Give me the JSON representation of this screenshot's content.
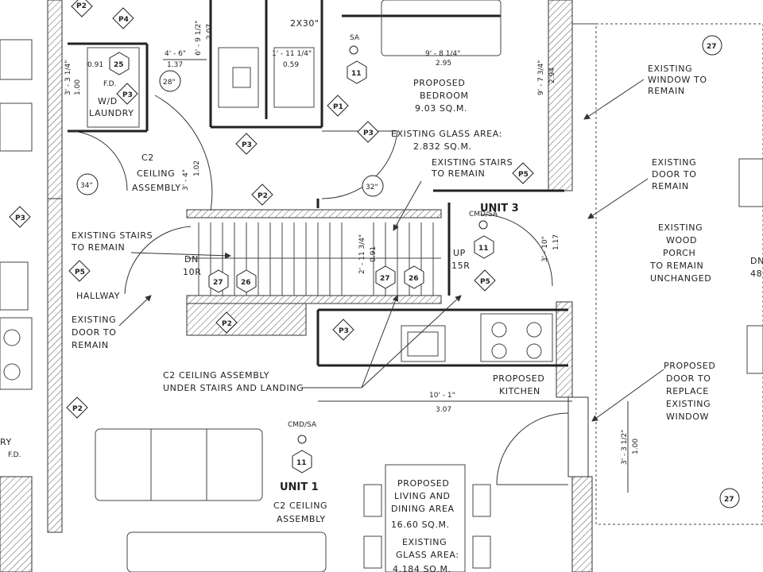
{
  "rooms": {
    "bedroom_name": "PROPOSED",
    "bedroom_name2": "BEDROOM",
    "bedroom_area": "9.03 SQ.M.",
    "bedroom_glass1": "EXISTING GLASS AREA:",
    "bedroom_glass2": "2.832 SQ.M.",
    "laundry1": "W/D",
    "laundry2": "LAUNDRY",
    "kitchen1": "PROPOSED",
    "kitchen2": "KITCHEN",
    "living1": "PROPOSED",
    "living2": "LIVING AND",
    "living3": "DINING AREA",
    "living_area": "16.60 SQ.M.",
    "living_glass1": "EXISTING",
    "living_glass2": "GLASS AREA:",
    "living_glass3": "4.184 SQ.M.",
    "unit1": "UNIT 1",
    "unit3": "UNIT 3",
    "hallway": "HALLWAY",
    "c2_a": "C2",
    "c2_b": "CEILING",
    "c2_c": "ASSEMBLY",
    "unit1_c2a": "C2 CEILING",
    "unit1_c2b": "ASSEMBLY"
  },
  "notes": {
    "stairs_remain_a": "EXISTING STAIRS",
    "stairs_remain_b": "TO REMAIN",
    "stairs_remain2_a": "EXISTING STAIRS",
    "stairs_remain2_b": "TO REMAIN",
    "door_remain_a": "EXISTING",
    "door_remain_b": "DOOR TO",
    "door_remain_c": "REMAIN",
    "c2_under_a": "C2 CEILING ASSEMBLY",
    "c2_under_b": "UNDER STAIRS AND LANDING",
    "win_remain_a": "EXISTING",
    "win_remain_b": "WINDOW TO",
    "win_remain_c": "REMAIN",
    "door2_a": "EXISTING",
    "door2_b": "DOOR TO",
    "door2_c": "REMAIN",
    "porch_a": "EXISTING",
    "porch_b": "WOOD",
    "porch_c": "PORCH",
    "porch_d": "TO REMAIN",
    "porch_e": "UNCHANGED",
    "newdoor_a": "PROPOSED",
    "newdoor_b": "DOOR TO",
    "newdoor_c": "REPLACE",
    "newdoor_d": "EXISTING",
    "newdoor_e": "WINDOW",
    "dn": "DN",
    "dn_r": "10R",
    "up": "UP",
    "up_r": "15R",
    "fd": "F.D.",
    "fd2": "F.D.",
    "ry": "RY",
    "cmd_sa1": "CMD/SA",
    "cmd_sa3": "CMD/SA",
    "sa": "SA",
    "door_2x30": "2X30\"",
    "dn2": "DN",
    "n48": "48"
  },
  "dimensions": {
    "d1": "9' - 8 1/4\"",
    "d1m": "2.95",
    "d2": "4' - 6\"",
    "d2m": "1.37",
    "d3": "1' - 11 1/4\"",
    "d3m": "0.59",
    "d4": "6' - 9 1/2\"",
    "d4m": "2.07",
    "d5": "3' - 3 1/4\"",
    "d5m": "1.00",
    "d6": "0.91",
    "d7": "3' - 4\"",
    "d7m": "1.02",
    "d8": "9' - 7 3/4\"",
    "d8m": "2.94",
    "d9": "3' - 10\"",
    "d9m": "1.17",
    "d10": "2' - 11 3/4\"",
    "d10m": "0.91",
    "d11": "10' - 1\"",
    "d11m": "3.07",
    "d12": "3' - 3 1/2\"",
    "d12m": "1.00",
    "door28": "28\"",
    "door34": "34\"",
    "door32": "32\""
  },
  "tags": {
    "p1": "P1",
    "p2": "P2",
    "p3": "P3",
    "p4": "P4",
    "p5": "P5",
    "n11": "11",
    "n25": "25",
    "n26": "26",
    "n27": "27"
  }
}
